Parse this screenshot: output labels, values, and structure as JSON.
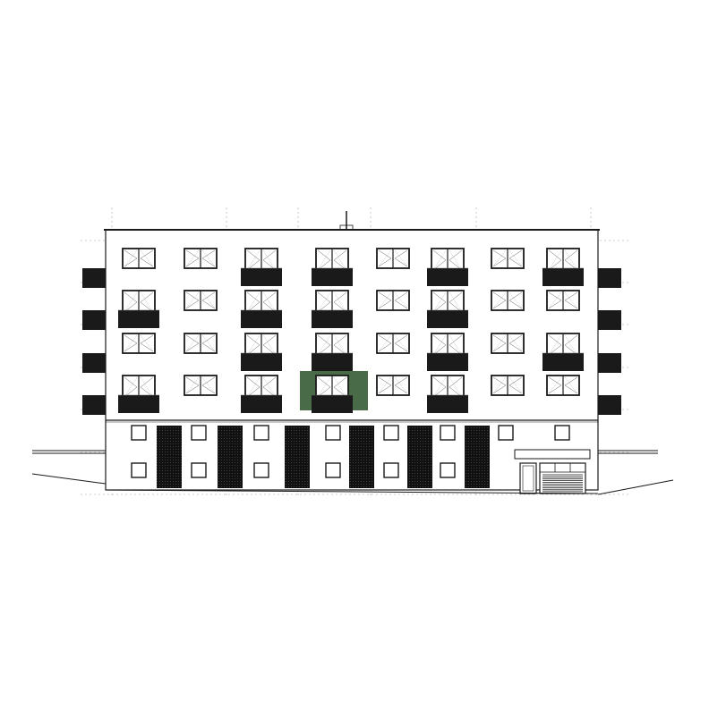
{
  "drawing": {
    "type": "architectural-elevation",
    "title": "",
    "colors": {
      "background": "#ffffff",
      "line": "#1a1a1a",
      "dashed_guide": "#bdbdbd",
      "balcony_fill": "#1a1a1a",
      "highlight": "#4a6b48",
      "pattern_dot": "#3a3a3a"
    },
    "upper_floors": 4,
    "window_columns": 8,
    "balcony_pattern": [
      [
        false,
        false,
        true,
        true,
        false,
        true,
        false,
        true
      ],
      [
        true,
        false,
        true,
        true,
        false,
        true,
        false,
        false
      ],
      [
        false,
        false,
        true,
        true,
        false,
        true,
        false,
        true
      ],
      [
        true,
        false,
        true,
        true,
        false,
        true,
        false,
        false
      ]
    ],
    "side_balconies": {
      "left_floors": [
        0,
        1,
        2,
        3
      ],
      "right_floors": [
        0,
        1,
        2,
        3
      ]
    },
    "highlighted_unit": {
      "floor": 3,
      "column": 3
    },
    "ground_floor": {
      "small_window_count": 13,
      "dotted_panels": 6,
      "entrance_door": true,
      "garage_door": true
    },
    "roof_antenna": true
  }
}
